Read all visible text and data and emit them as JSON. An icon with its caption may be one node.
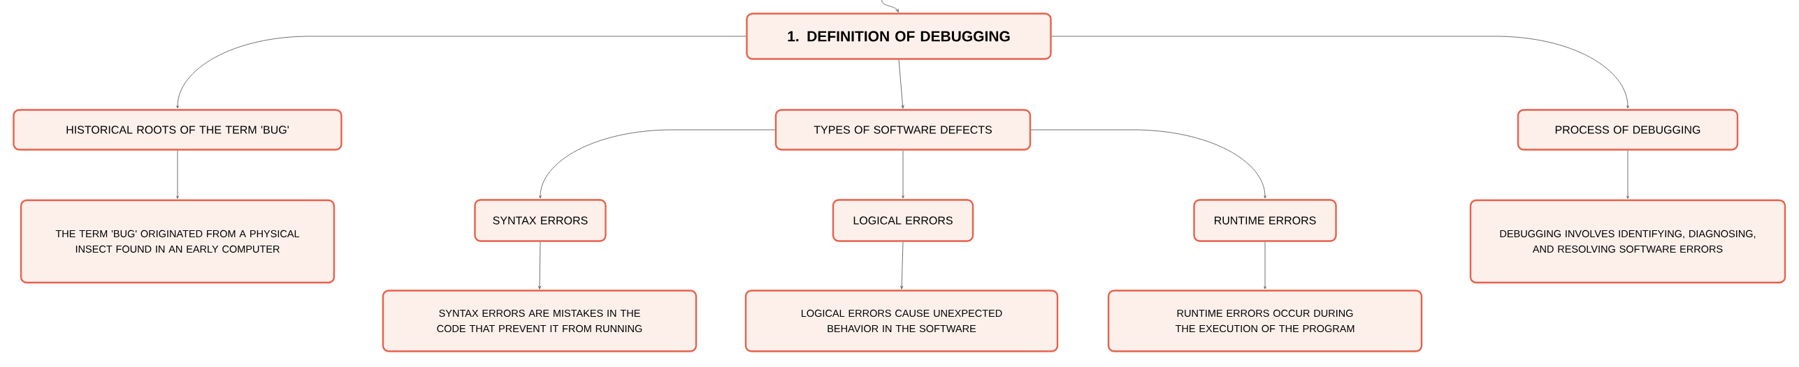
{
  "diagram": {
    "nodes": [
      {
        "text": [
          "1. DEFINITION OF DEBUGGING"
        ]
      },
      {
        "text": [
          "HISTORICAL ROOTS OF THE TERM 'BUG'"
        ]
      },
      {
        "text": [
          "TYPES OF SOFTWARE DEFECTS"
        ]
      },
      {
        "text": [
          "PROCESS OF DEBUGGING"
        ]
      },
      {
        "text": [
          "THE TERM 'BUG' ORIGINATED FROM A PHYSICAL INSECT FOUND IN AN EARLY COMPUTER"
        ]
      },
      {
        "text": [
          "SYNTAX ERRORS"
        ]
      },
      {
        "text": [
          "LOGICAL ERRORS"
        ]
      },
      {
        "text": [
          "RUNTIME ERRORS"
        ]
      },
      {
        "text": [
          "DEBUGGING INVOLVES IDENTIFYING, DIAGNOSING, AND RESOLVING SOFTWARE ERRORS"
        ]
      },
      {
        "text": [
          "SYNTAX ERRORS ARE MISTAKES IN THE CODE THAT PREVENT IT FROM RUNNING"
        ]
      },
      {
        "text": [
          "LOGICAL ERRORS CAUSE UNEXPECTED BEHAVIOR IN THE SOFTWARE"
        ]
      },
      {
        "text": [
          "RUNTIME ERRORS OCCUR DURING THE EXECUTION OF THE PROGRAM"
        ]
      }
    ],
    "edges": [
      {
        "from": null,
        "to": 0,
        "arrow": "to"
      },
      {
        "from": 0,
        "to": 1,
        "arrow": "to"
      },
      {
        "from": 0,
        "to": 2,
        "arrow": "to"
      },
      {
        "from": 0,
        "to": 3,
        "arrow": "to"
      },
      {
        "from": 1,
        "to": 4,
        "arrow": "to"
      },
      {
        "from": 2,
        "to": 5,
        "arrow": "to"
      },
      {
        "from": 2,
        "to": 6,
        "arrow": "to"
      },
      {
        "from": 2,
        "to": 7,
        "arrow": "to"
      },
      {
        "from": 3,
        "to": 8,
        "arrow": "to"
      },
      {
        "from": 5,
        "to": 9,
        "arrow": "to"
      },
      {
        "from": 6,
        "to": 10,
        "arrow": "to"
      },
      {
        "from": 7,
        "to": 11,
        "arrow": "to"
      }
    ]
  }
}
